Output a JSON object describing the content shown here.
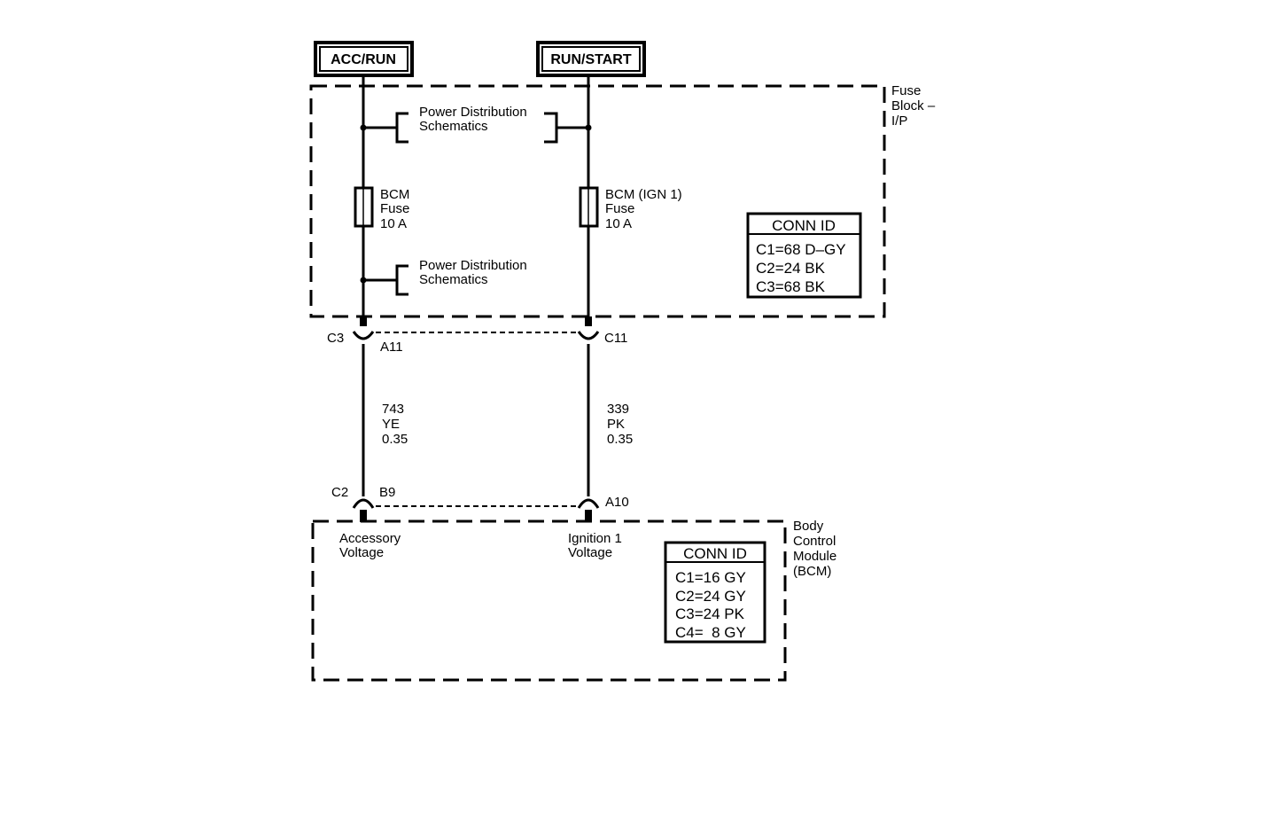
{
  "power_sources": {
    "left": "ACC/RUN",
    "right": "RUN/START"
  },
  "fuse_block": {
    "name_lines": [
      "Fuse",
      "Block –",
      "I/P"
    ],
    "power_dist_top": [
      "Power Distribution",
      "Schematics"
    ],
    "power_dist_bottom": [
      "Power Distribution",
      "Schematics"
    ],
    "fuse_left": [
      "BCM",
      "Fuse",
      "10 A"
    ],
    "fuse_right": [
      "BCM (IGN 1)",
      "Fuse",
      "10 A"
    ],
    "conn_id": {
      "title": "CONN ID",
      "rows": [
        "C1=68 D–GY",
        "C2=24 BK",
        "C3=68 BK"
      ]
    }
  },
  "upper_connectors": {
    "left_conn": "C3",
    "left_pin": "A11",
    "right_pin": "C11"
  },
  "wires": {
    "left": [
      "743",
      "YE",
      "0.35"
    ],
    "right": [
      "339",
      "PK",
      "0.35"
    ]
  },
  "lower_connectors": {
    "left_conn": "C2",
    "left_pin": "B9",
    "right_pin": "A10"
  },
  "bcm": {
    "name_lines": [
      "Body",
      "Control",
      "Module",
      "(BCM)"
    ],
    "left_terminal": [
      "Accessory",
      "Voltage"
    ],
    "right_terminal": [
      "Ignition 1",
      "Voltage"
    ],
    "conn_id": {
      "title": "CONN ID",
      "rows": [
        "C1=16 GY",
        "C2=24 GY",
        "C3=24 PK",
        "C4=  8 GY"
      ]
    }
  }
}
